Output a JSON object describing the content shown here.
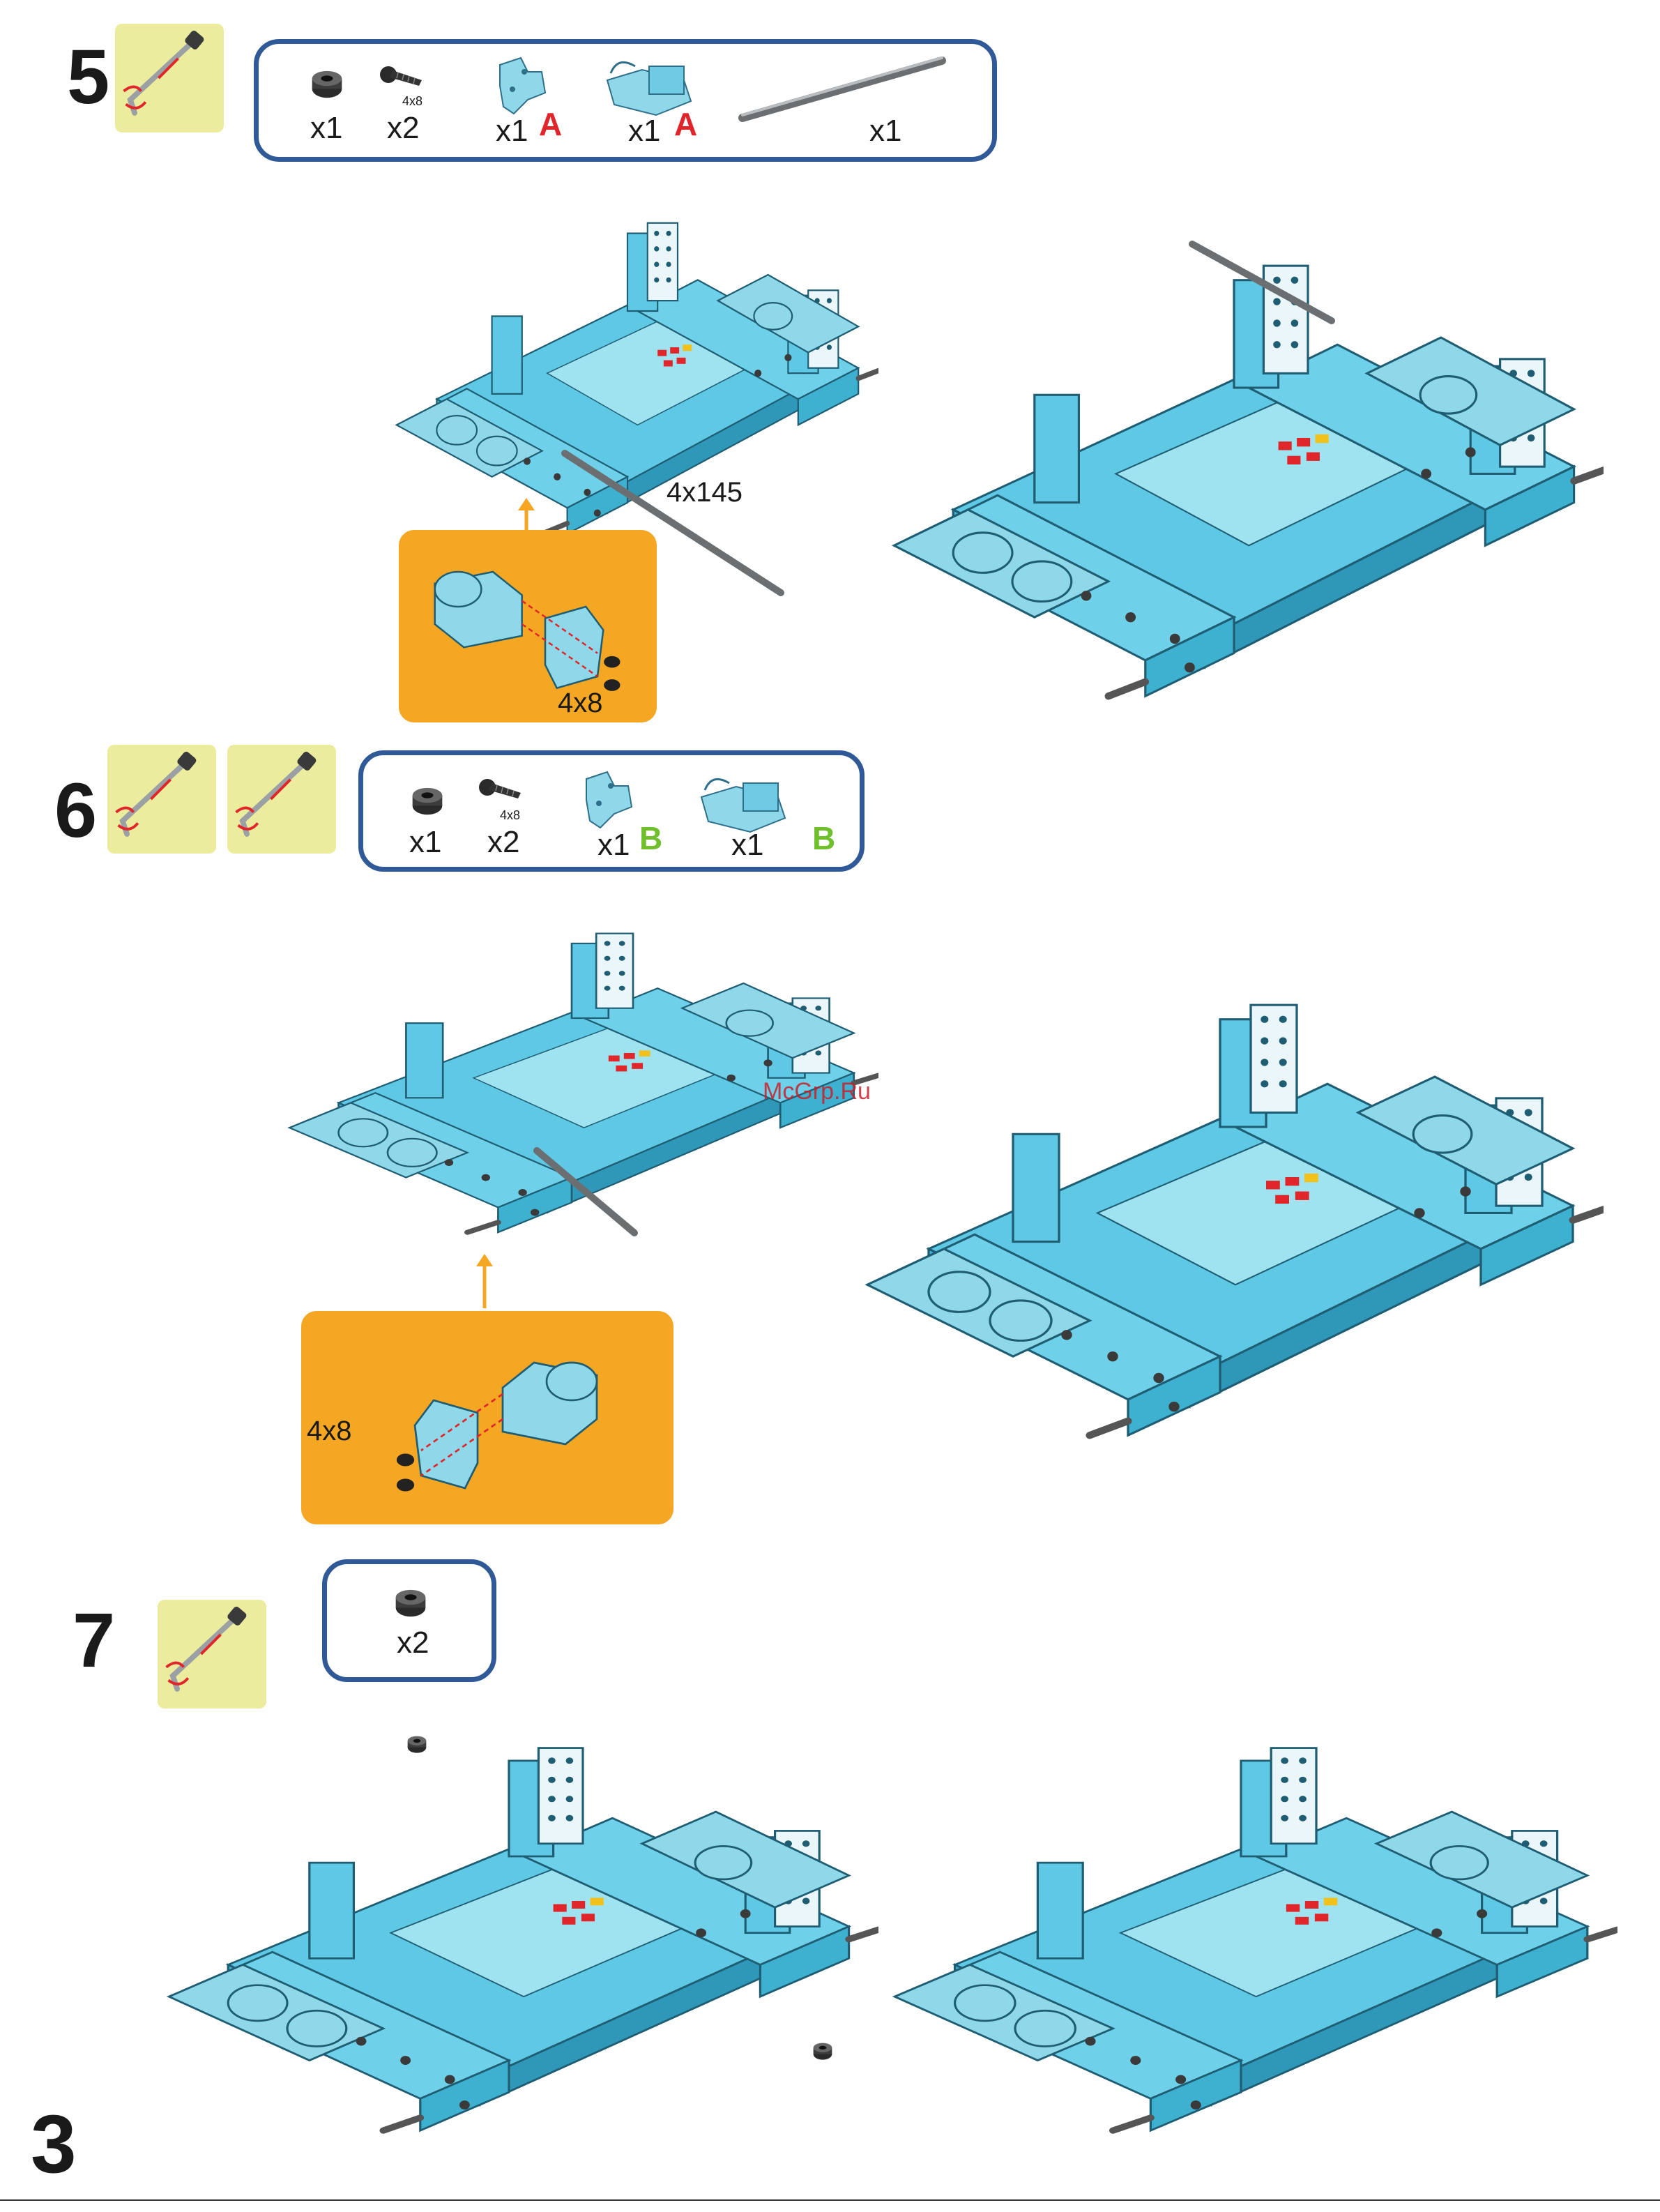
{
  "page_number": "3",
  "watermark": "McGrp.Ru",
  "steps": [
    {
      "number": "5",
      "parts": [
        {
          "icon": "nut-icon",
          "qty": "x1"
        },
        {
          "icon": "screw-icon",
          "qty": "x2",
          "size": "4x8"
        },
        {
          "icon": "bracket-icon",
          "qty": "x1",
          "tag": "A"
        },
        {
          "icon": "motor-bracket-icon",
          "qty": "x1",
          "tag": "A"
        },
        {
          "icon": "rod-icon",
          "qty": "x1"
        }
      ],
      "rod_label": "4x145",
      "detail_label": "4x8"
    },
    {
      "number": "6",
      "parts": [
        {
          "icon": "nut-icon",
          "qty": "x1"
        },
        {
          "icon": "screw-icon",
          "qty": "x2",
          "size": "4x8"
        },
        {
          "icon": "bracket-icon",
          "qty": "x1",
          "tag": "B"
        },
        {
          "icon": "motor-bracket-icon",
          "qty": "x1",
          "tag": "B"
        }
      ],
      "detail_label": "4x8"
    },
    {
      "number": "7",
      "parts": [
        {
          "icon": "nut-icon",
          "qty": "x2"
        }
      ]
    }
  ],
  "colors": {
    "frame": "#5ec8e5",
    "frame_dark": "#2f8fb0",
    "box_border": "#2f5a97",
    "detail_bg": "#f5a623",
    "tool_bg": "#ecec9e",
    "tag_a": "#e0262b",
    "tag_b": "#6fc02c"
  }
}
